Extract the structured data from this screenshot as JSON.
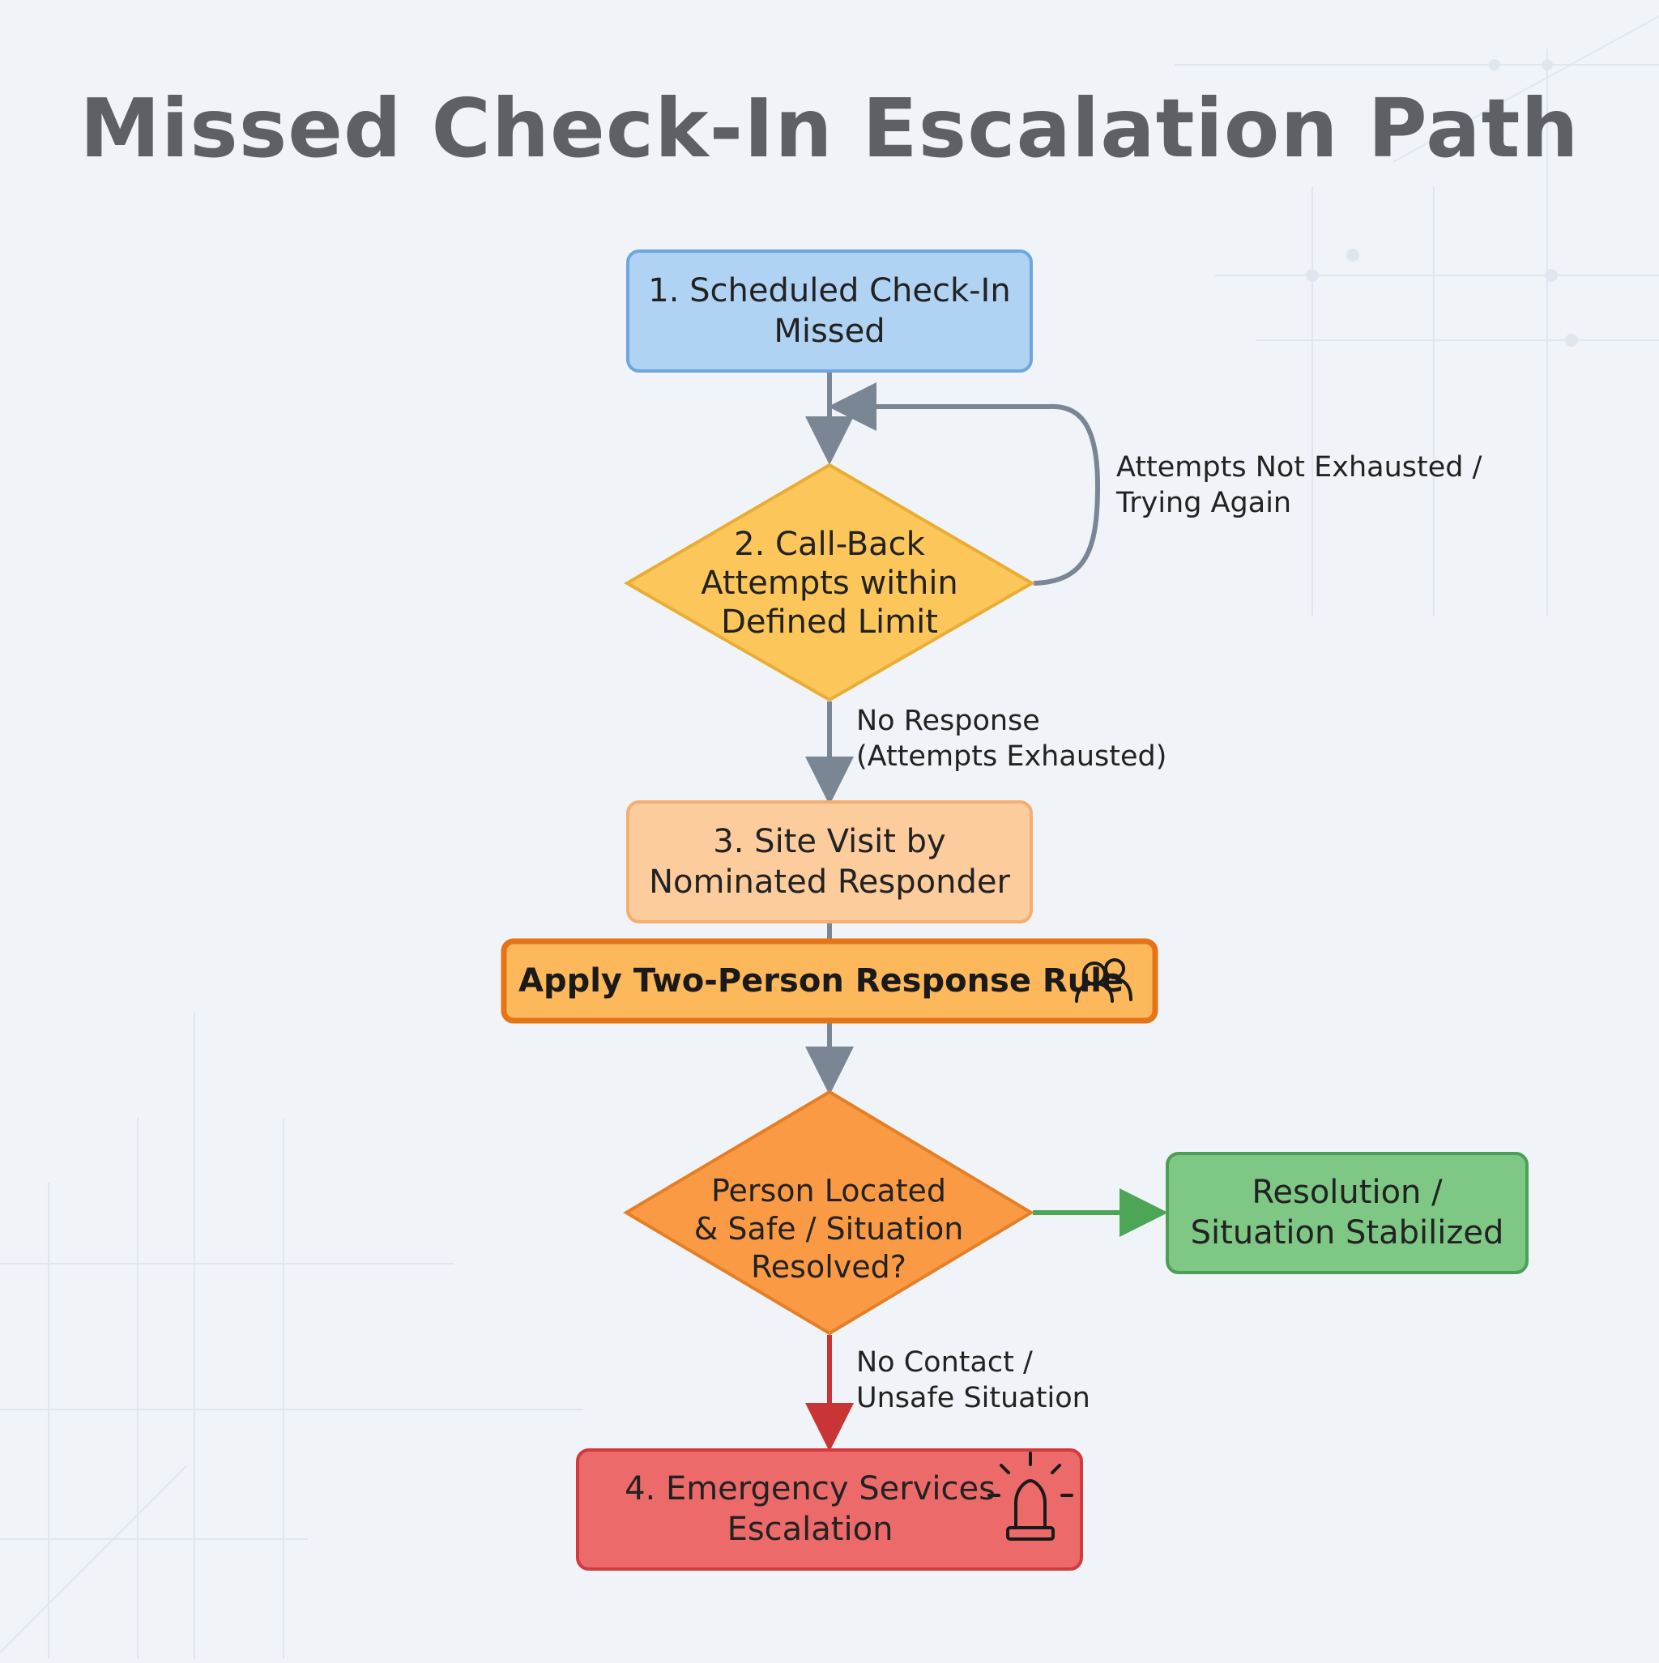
{
  "title": "Missed Check-In Escalation Path",
  "nodes": {
    "step1": {
      "lines": [
        "1. Scheduled Check-In",
        "Missed"
      ],
      "fill": "#b0d3f3",
      "stroke": "#6ea6de"
    },
    "step2": {
      "lines": [
        "2. Call-Back",
        "Attempts within",
        "Defined Limit"
      ],
      "fill": "#fcc65a",
      "stroke": "#e9ad34"
    },
    "step3": {
      "lines": [
        "3. Site Visit by",
        "Nominated Responder"
      ],
      "fill": "#fdcc9d",
      "stroke": "#f4ae6f"
    },
    "rule": {
      "text": "Apply Two-Person Response Rule",
      "icon": "people-icon",
      "fill": "#fdb85c",
      "stroke": "#e57417"
    },
    "decision": {
      "lines": [
        "Person Located",
        "& Safe / Situation",
        "Resolved?"
      ],
      "fill": "#fb9a45",
      "stroke": "#e57f26"
    },
    "resolution": {
      "lines": [
        "Resolution /",
        "Situation Stabilized"
      ],
      "fill": "#7ec784",
      "stroke": "#4d9f55"
    },
    "step4": {
      "lines": [
        "4. Emergency Services",
        "Escalation"
      ],
      "icon": "siren-icon",
      "fill": "#ec6a6a",
      "stroke": "#d23b3b"
    }
  },
  "edge_labels": {
    "retry": [
      "Attempts Not Exhausted /",
      "Trying Again"
    ],
    "no_response": [
      "No Response",
      "(Attempts Exhausted)"
    ],
    "no_contact": [
      "No Contact /",
      "Unsafe Situation"
    ]
  },
  "colors": {
    "connector": "#7a8694",
    "success": "#4da656",
    "danger": "#c93535",
    "title": "#5d6166"
  }
}
